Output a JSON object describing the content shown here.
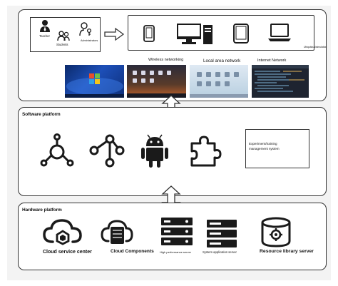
{
  "users": {
    "teacher": "Teacher",
    "students": "Students",
    "administrators": "Administrators"
  },
  "terminals": {
    "tag": "Ubiquitous/simulation"
  },
  "networks": [
    "Wireless networking",
    "Local area network",
    "Internet Network"
  ],
  "software_platform": {
    "title": "Software platform",
    "box_text": "Experiment/training management system"
  },
  "hardware_platform": {
    "title": "Hardware platform",
    "items": [
      "Cloud service center",
      "Cloud Components",
      "High performance server",
      "System application server",
      "Resource library server"
    ]
  },
  "colors": {
    "border": "#333333",
    "icon": "#1a1a1a",
    "background": "#f3f3f3"
  }
}
